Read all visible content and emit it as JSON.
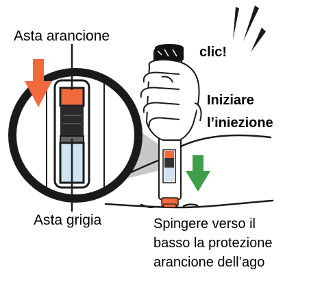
{
  "labels": {
    "orange_rod": "Asta arancione",
    "gray_rod": "Asta grigia",
    "click": "clic!",
    "start_injection": [
      "Iniziare",
      "l’iniezione"
    ],
    "instruction": [
      "Spingere verso il",
      "basso la protezione",
      "arancione dell’ago"
    ]
  },
  "colors": {
    "orange": "#F06A3C",
    "green": "#3E9F49",
    "light_blue": "#CFE3F2",
    "zoom_gray": "#C8C8C8",
    "outline": "#1A1A1A"
  },
  "icons": {
    "down_arrow_left": "orange-down-arrow-icon",
    "down_arrow_right": "green-down-arrow-icon",
    "click_marks": "click-burst-icon"
  }
}
